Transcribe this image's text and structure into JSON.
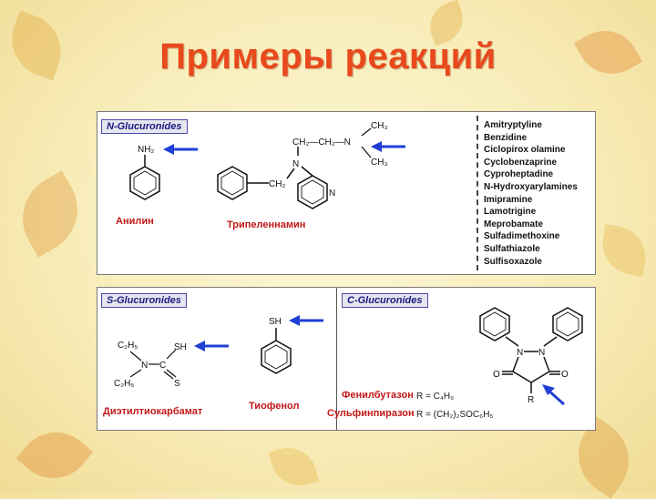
{
  "slide": {
    "title": "Примеры реакций"
  },
  "top_panel": {
    "tag": "N-Glucuronides",
    "aniline": {
      "label": "Анилин",
      "group": "NH₂"
    },
    "tripelennamine": {
      "label": "Трипеленнамин",
      "ch3_top": "CH₃",
      "ch3_bottom": "CH₃",
      "chain": "CH₂—CH₂—N",
      "n_amine": "N",
      "ch2_bridge": "CH₂",
      "n_ring": "N"
    },
    "drugs": [
      "Amitryptyline",
      "Benzidine",
      "Ciclopirox olamine",
      "Cyclobenzaprine",
      "Cyproheptadine",
      "N-Hydroxyarylamines",
      "Imipramine",
      "Lamotrigine",
      "Meprobamate",
      "Sulfadimethoxine",
      "Sulfathiazole",
      "Sulfisoxazole"
    ]
  },
  "bottom_panel": {
    "s_tag": "S-Glucuronides",
    "c_tag": "C-Glucuronides",
    "dtc": {
      "label": "Диэтилтиокарбамат",
      "c2h5_top": "C₂H₅",
      "c2h5_bottom": "C₂H₅",
      "n": "N",
      "c": "C",
      "sh": "SH",
      "s": "S"
    },
    "thiophenol": {
      "label": "Тиофенол",
      "sh": "SH"
    },
    "phenylbutazone": {
      "name": "Фенилбутазон",
      "r_def": "R = C₄H₉"
    },
    "sulfinpyrazone": {
      "name": "Сульфинпиразон",
      "r_def": "R = (CH₂)₂SOC₆H₅"
    },
    "pyrazolidine": {
      "n1": "N",
      "n2": "N",
      "o1": "O",
      "o2": "O",
      "r": "R"
    }
  },
  "colors": {
    "title": "#e8491d",
    "arrow": "#1f3fd6",
    "label": "#c21818",
    "tag_border": "#4b4ba8"
  }
}
